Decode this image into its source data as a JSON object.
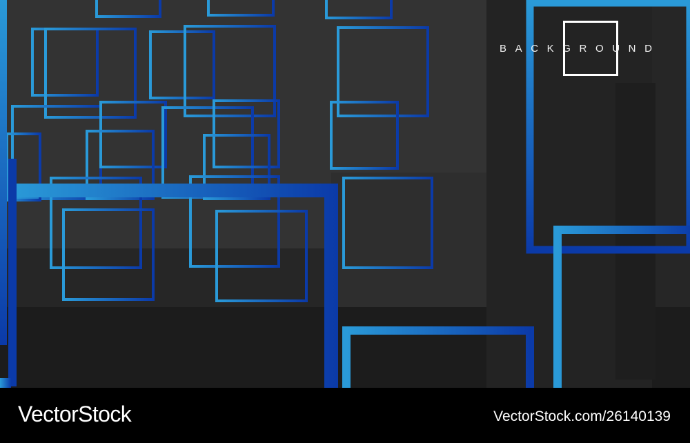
{
  "artwork": {
    "heading": "BACKGROUND",
    "colors": {
      "background": "#2a2a2a",
      "panel_dark": "#1e1e1e",
      "blue_light": "#2a9ad8",
      "blue_dark": "#0b3aa8",
      "frame_white": "#ffffff"
    },
    "motif": "overlapping-blue-square-frames"
  },
  "watermark": {
    "brand": "VectorStock",
    "caption": "VectorStock.com/26140139"
  }
}
